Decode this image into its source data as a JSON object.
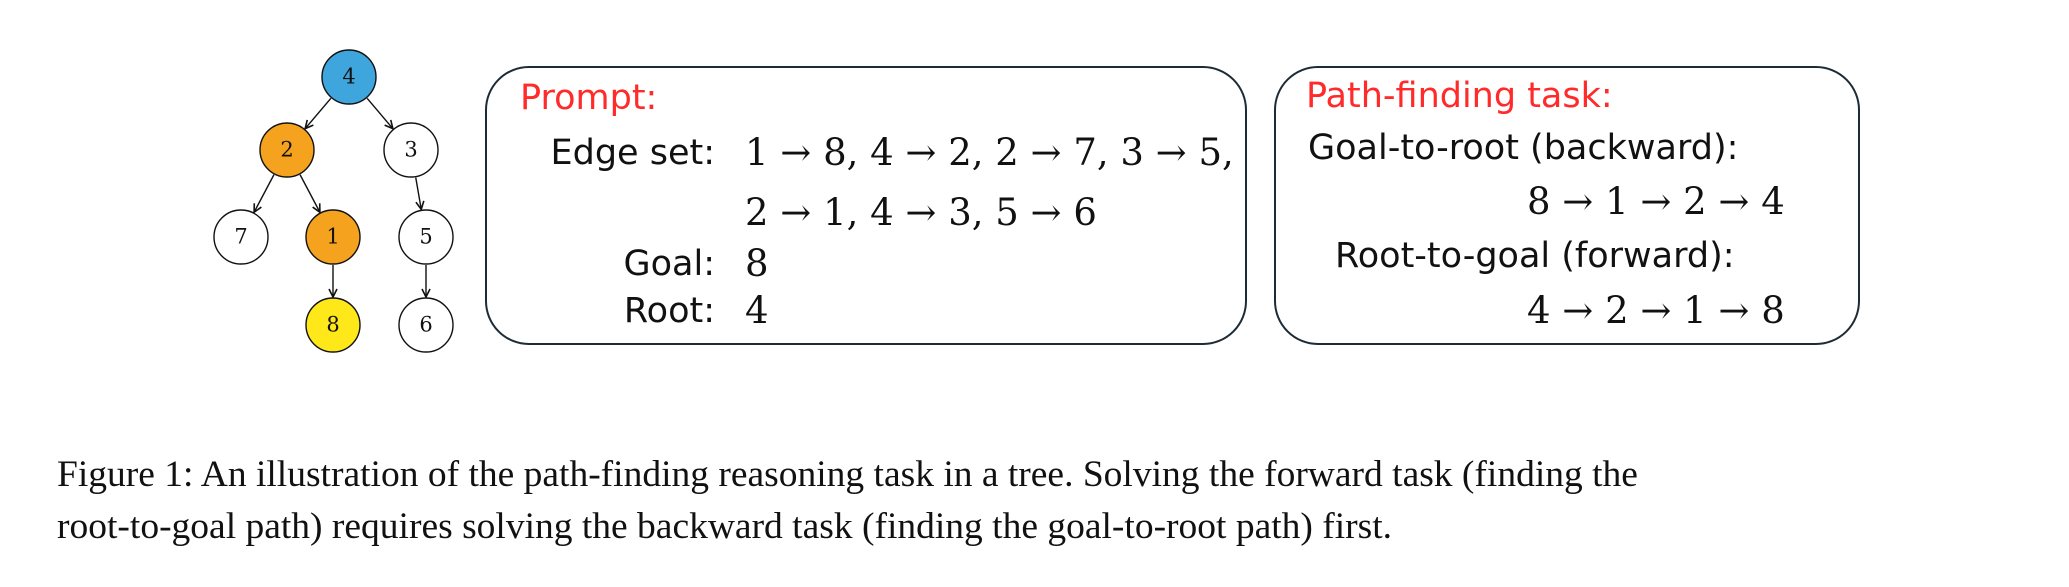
{
  "tree": {
    "colors": {
      "root": "#3ea5dd",
      "path": "#f5a31e",
      "goal": "#ffe81a",
      "default": "#ffffff",
      "stroke": "#111111"
    },
    "nodes": [
      {
        "id": "4",
        "label": "4",
        "role": "root"
      },
      {
        "id": "2",
        "label": "2",
        "role": "path"
      },
      {
        "id": "3",
        "label": "3",
        "role": "default"
      },
      {
        "id": "7",
        "label": "7",
        "role": "default"
      },
      {
        "id": "1",
        "label": "1",
        "role": "path"
      },
      {
        "id": "5",
        "label": "5",
        "role": "default"
      },
      {
        "id": "8",
        "label": "8",
        "role": "goal"
      },
      {
        "id": "6",
        "label": "6",
        "role": "default"
      }
    ],
    "edges": [
      {
        "from": "4",
        "to": "2"
      },
      {
        "from": "4",
        "to": "3"
      },
      {
        "from": "2",
        "to": "7"
      },
      {
        "from": "2",
        "to": "1"
      },
      {
        "from": "3",
        "to": "5"
      },
      {
        "from": "1",
        "to": "8"
      },
      {
        "from": "5",
        "to": "6"
      }
    ]
  },
  "prompt_box": {
    "title": "Prompt:",
    "edge_set_label": "Edge set:",
    "edge_set_line1": "1 → 8, 4 → 2, 2 → 7, 3 → 5,",
    "edge_set_line2": "2 → 1, 4 → 3, 5 → 6",
    "goal_label": "Goal:",
    "goal_value": "8",
    "root_label": "Root:",
    "root_value": "4"
  },
  "task_box": {
    "title": "Path-finding task:",
    "backward_label": "Goal-to-root (backward):",
    "backward_path": "8 → 1 → 2 → 4",
    "forward_label": "Root-to-goal (forward):",
    "forward_path": "4 → 2 → 1 → 8"
  },
  "caption": {
    "line1": "Figure 1: An illustration of the path-finding reasoning task in a tree. Solving the forward task (finding the",
    "line2": "root-to-goal path) requires solving the backward task (finding the goal-to-root path) first."
  }
}
